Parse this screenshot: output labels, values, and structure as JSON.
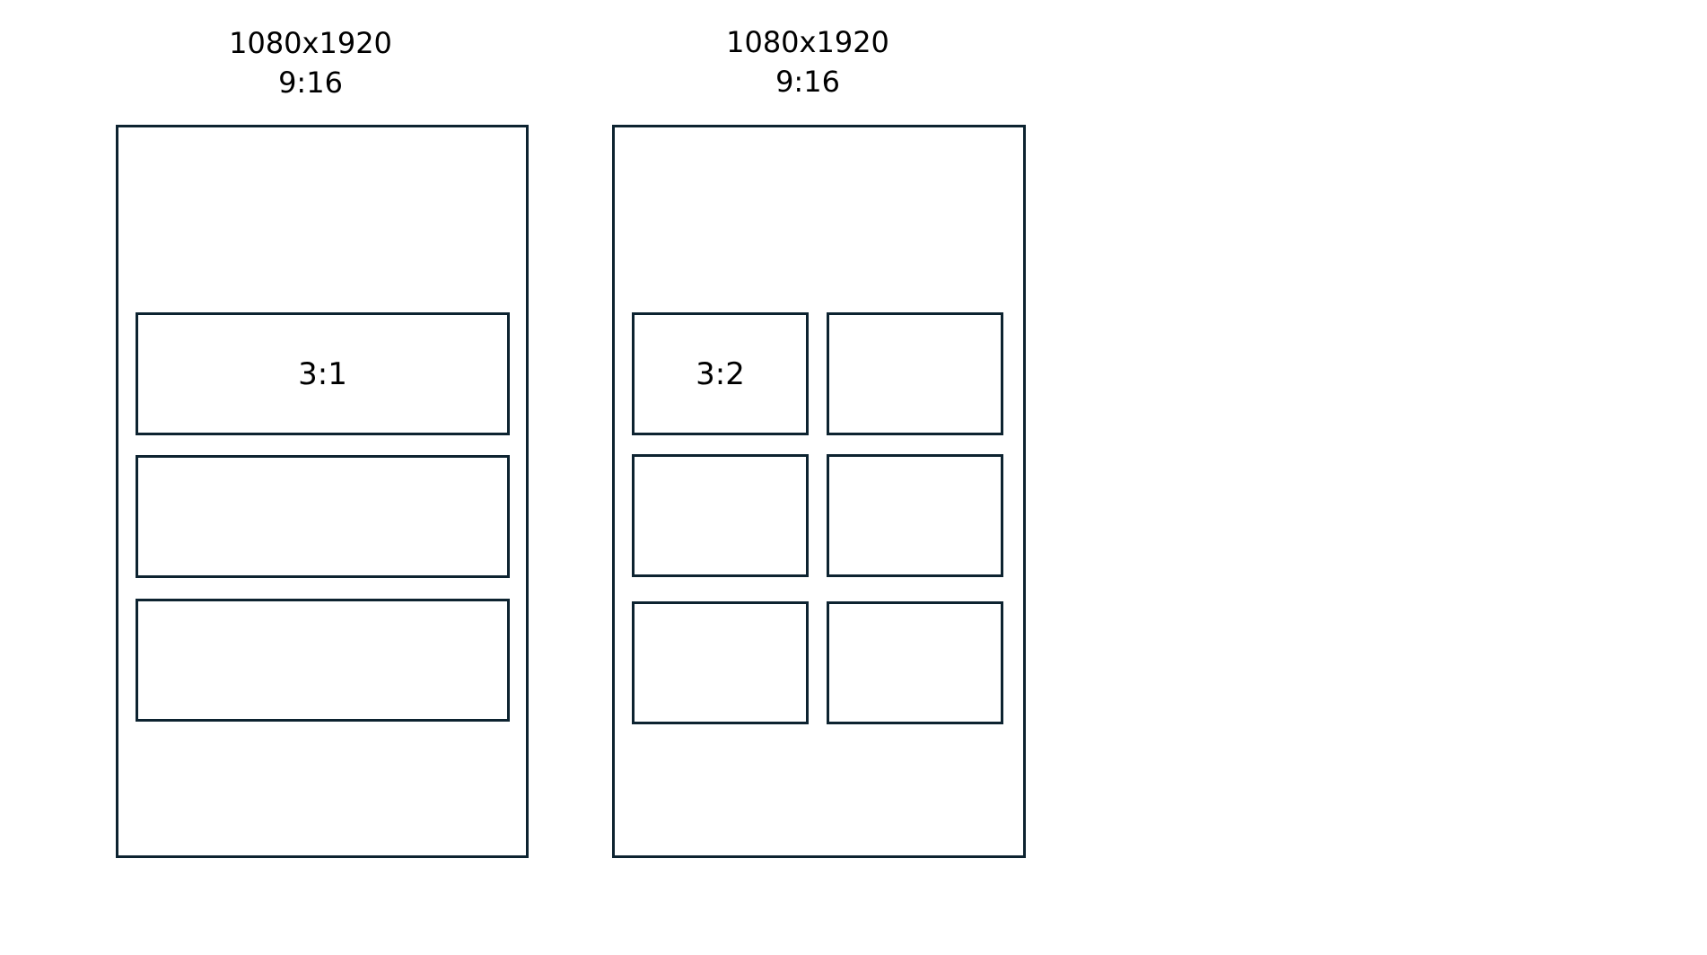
{
  "layouts": [
    {
      "resolution": "1080x1920",
      "ratio": "9:16",
      "slot_label": "3:1"
    },
    {
      "resolution": "1080x1920",
      "ratio": "9:16",
      "slot_label": "3:2"
    }
  ],
  "colors": {
    "stroke": "#0d2330",
    "background": "#ffffff"
  }
}
